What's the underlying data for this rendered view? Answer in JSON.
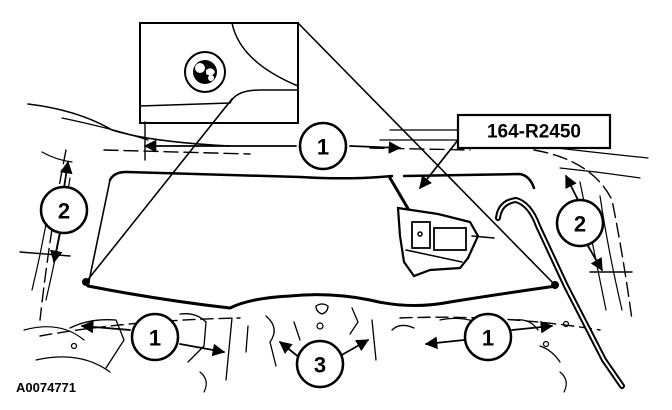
{
  "figure": {
    "id_text": "A0074771",
    "tool_label": "164-R2450"
  },
  "callouts": [
    {
      "key": "top-center",
      "number": "1"
    },
    {
      "key": "left-side",
      "number": "2"
    },
    {
      "key": "right-side",
      "number": "2"
    },
    {
      "key": "bottom-left",
      "number": "1"
    },
    {
      "key": "bottom-center",
      "number": "3"
    },
    {
      "key": "bottom-right",
      "number": "1"
    }
  ]
}
